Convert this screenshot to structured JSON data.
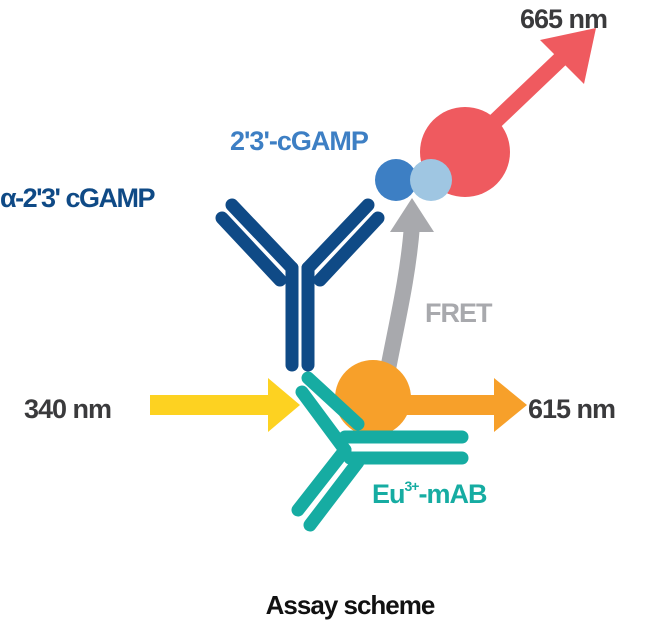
{
  "labels": {
    "emission_665": "665 nm",
    "analyte": "2'3'-cGAMP",
    "antibody": "α-2'3' cGAMP",
    "fret": "FRET",
    "excitation": "340 nm",
    "emission_615": "615 nm",
    "donor": "Eu",
    "donor_sup": "3+",
    "donor_suffix": "-mAB",
    "caption": "Assay scheme"
  },
  "colors": {
    "red": "#ef5a5f",
    "orange": "#f7a02a",
    "yellow": "#fdd221",
    "teal": "#16aca2",
    "navy": "#0f4a86",
    "blue": "#3d7fc4",
    "lightblue": "#9fc6e2",
    "gray": "#a8a9ad",
    "text": "#3a3a3c"
  }
}
